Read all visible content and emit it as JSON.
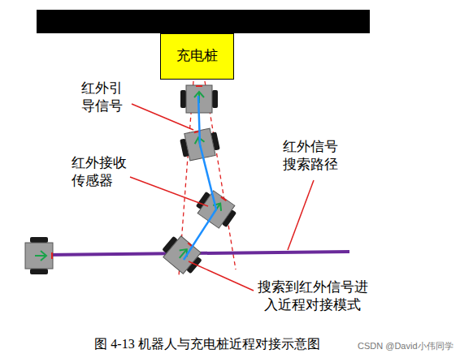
{
  "diagram": {
    "caption": "图 4-13 机器人与充电桩近程对接示意图",
    "nodes": [
      {
        "text": [
          "充电桩"
        ]
      }
    ],
    "labels": [
      "红外引导信号",
      "红外接收传感器",
      "红外信号搜索路径",
      "搜索到红外信号进入近程对接模式",
      "CSDN @David小伟同学"
    ]
  }
}
